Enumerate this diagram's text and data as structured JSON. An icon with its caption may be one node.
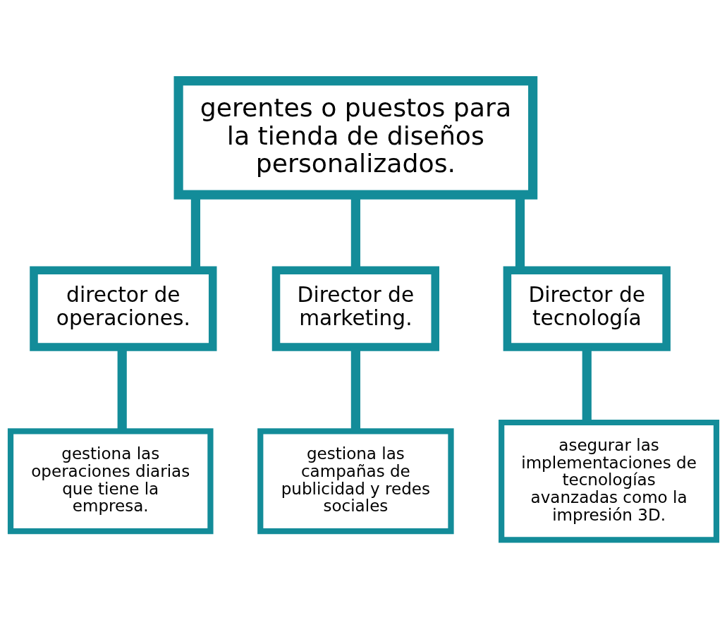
{
  "diagram": {
    "nodes": [
      {
        "text": [
          "gerentes o puestos para la tienda de diseños personalizados."
        ]
      },
      {
        "text": [
          "director de operaciones."
        ]
      },
      {
        "text": [
          "Director de marketing."
        ]
      },
      {
        "text": [
          "Director de tecnología"
        ]
      },
      {
        "text": [
          "gestiona las operaciones diarias que tiene la empresa."
        ]
      },
      {
        "text": [
          "gestiona las campañas de publicidad y redes sociales"
        ]
      },
      {
        "text": [
          "asegurar las implementaciones de tecnologías avanzadas como la impresión 3D."
        ]
      }
    ],
    "edges": [
      {
        "from": 0,
        "to": 1,
        "arrow": "none"
      },
      {
        "from": 0,
        "to": 2,
        "arrow": "none"
      },
      {
        "from": 0,
        "to": 3,
        "arrow": "none"
      },
      {
        "from": 1,
        "to": 4,
        "arrow": "none"
      },
      {
        "from": 2,
        "to": 5,
        "arrow": "none"
      },
      {
        "from": 3,
        "to": 6,
        "arrow": "none"
      }
    ]
  }
}
